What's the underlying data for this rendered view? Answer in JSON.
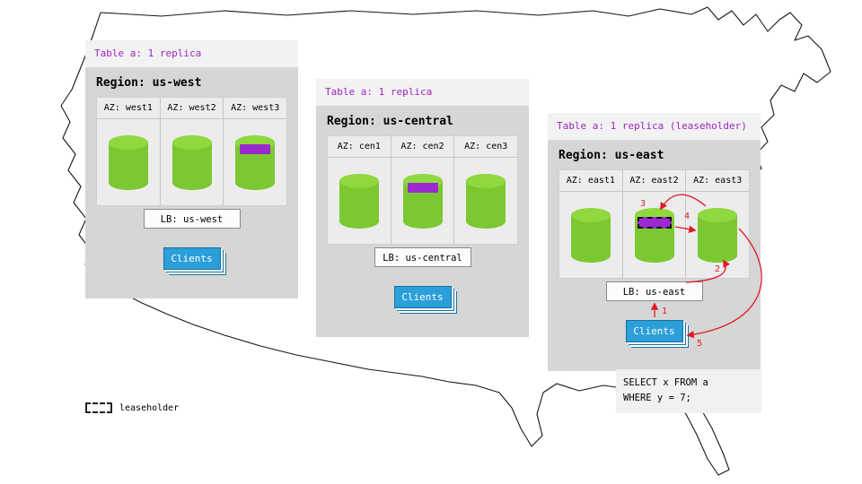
{
  "legend": {
    "label": "leaseholder"
  },
  "sql_box": {
    "line1": "SELECT x FROM a",
    "line2": "WHERE y = 7;"
  },
  "arrow_labels": [
    "1",
    "2",
    "3",
    "4",
    "5"
  ],
  "colors": {
    "panel_gray": "#d6d6d6",
    "header_strip": "#f2f2f2",
    "table_label_purple": "#a123c4",
    "cylinder_green": "#7cc832",
    "cylinder_top_green": "#90d83f",
    "replica_purple": "#9a2ad0",
    "clients_blue": "#2b9fd9",
    "arrow_red": "#e01b24"
  },
  "regions": [
    {
      "table_label": "Table a: 1 replica",
      "region_label": "Region: us-west",
      "azs": [
        {
          "label": "AZ: west1"
        },
        {
          "label": "AZ: west2"
        },
        {
          "label": "AZ: west3"
        }
      ],
      "lb_label": "LB: us-west",
      "clients_label": "Clients"
    },
    {
      "table_label": "Table a: 1 replica",
      "region_label": "Region: us-central",
      "azs": [
        {
          "label": "AZ: cen1"
        },
        {
          "label": "AZ: cen2"
        },
        {
          "label": "AZ: cen3"
        }
      ],
      "lb_label": "LB: us-central",
      "clients_label": "Clients"
    },
    {
      "table_label": "Table a: 1 replica (leaseholder)",
      "region_label": "Region: us-east",
      "azs": [
        {
          "label": "AZ: east1"
        },
        {
          "label": "AZ: east2"
        },
        {
          "label": "AZ: east3"
        }
      ],
      "lb_label": "LB: us-east",
      "clients_label": "Clients"
    }
  ]
}
